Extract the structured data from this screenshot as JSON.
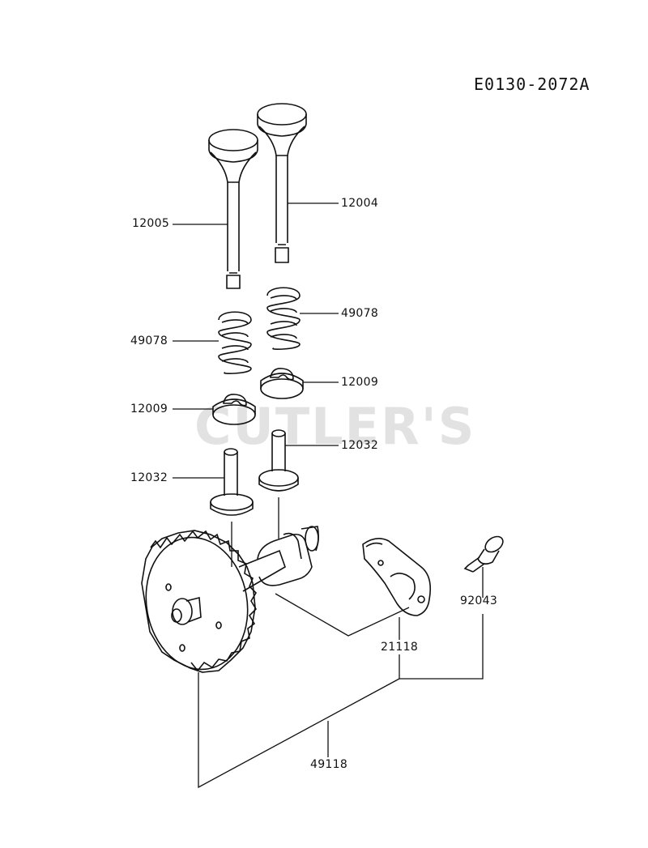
{
  "drawing_code": "E0130-2072A",
  "watermark": "CUTLER'S",
  "parts": [
    {
      "id": "intake-valve",
      "number": "12005"
    },
    {
      "id": "exhaust-valve",
      "number": "12004"
    },
    {
      "id": "spring-left",
      "number": "49078"
    },
    {
      "id": "spring-right",
      "number": "49078"
    },
    {
      "id": "retainer-right",
      "number": "12009"
    },
    {
      "id": "retainer-left",
      "number": "12009"
    },
    {
      "id": "tappet-right",
      "number": "12032"
    },
    {
      "id": "tappet-left",
      "number": "12032"
    },
    {
      "id": "bolt",
      "number": "92043"
    },
    {
      "id": "plate",
      "number": "21118"
    },
    {
      "id": "camshaft-assy",
      "number": "49118"
    }
  ]
}
